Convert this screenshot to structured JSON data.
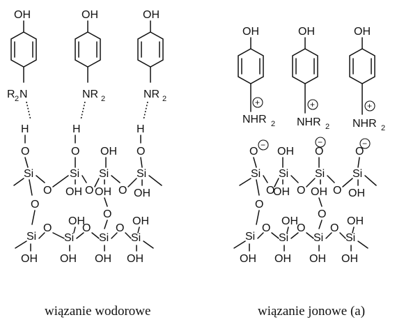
{
  "left_panel": {
    "caption": "wiązanie wodorowe",
    "oh_label": "OH",
    "amine_left": "R",
    "amine_left_sub": "2",
    "amine_left_N": "N",
    "amine_N": "NR",
    "amine_sub": "2",
    "h_label": "H",
    "o_label": "O",
    "si_label": "Si",
    "surface_oh": "OH"
  },
  "right_panel": {
    "caption": "wiązanie jonowe (a)",
    "oh_label": "OH",
    "ammonium": "NHR",
    "ammonium_sub": "2",
    "plus_sign": "+",
    "minus_sign": "−",
    "o_label": "O",
    "si_label": "Si",
    "surface_oh": "OH"
  }
}
